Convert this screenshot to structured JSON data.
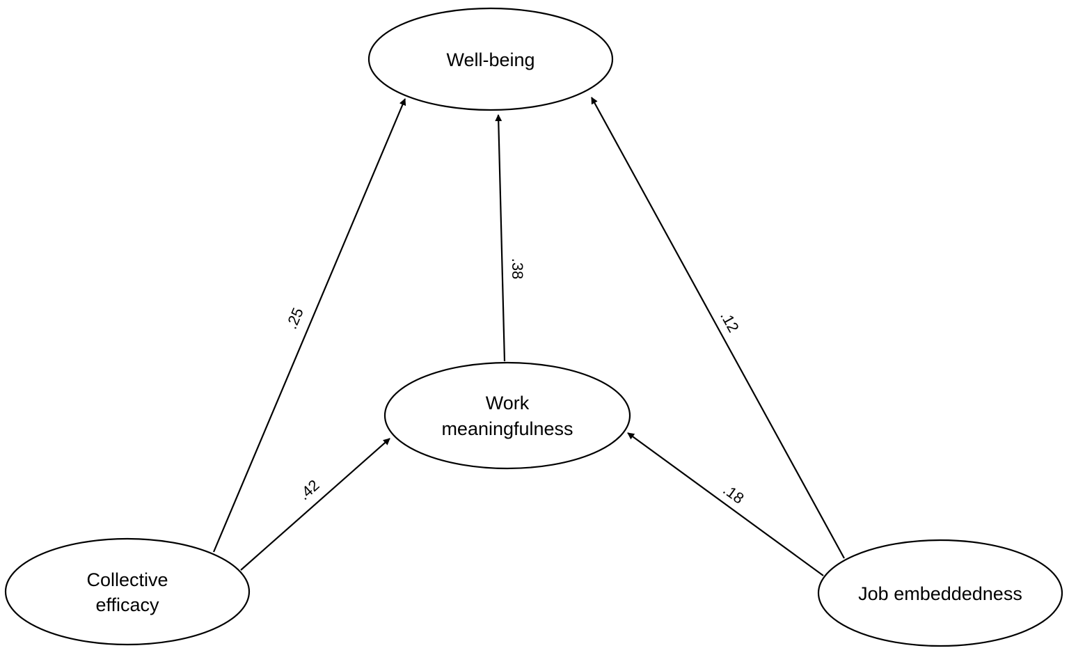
{
  "diagram": {
    "nodes": {
      "wellbeing": {
        "lines": [
          "Well-being"
        ]
      },
      "work": {
        "lines": [
          "Work",
          "meaningfulness"
        ]
      },
      "collective": {
        "lines": [
          "Collective",
          "efficacy"
        ]
      },
      "job": {
        "lines": [
          "Job embeddedness"
        ]
      }
    },
    "edges": {
      "collective_wellbeing": {
        "from": "Collective efficacy",
        "to": "Well-being",
        "coefficient": ".25"
      },
      "work_wellbeing": {
        "from": "Work meaningfulness",
        "to": "Well-being",
        "coefficient": ".38"
      },
      "job_wellbeing": {
        "from": "Job embeddedness",
        "to": "Well-being",
        "coefficient": ".12"
      },
      "collective_work": {
        "from": "Collective efficacy",
        "to": "Work meaningfulness",
        "coefficient": ".42"
      },
      "job_work": {
        "from": "Job embeddedness",
        "to": "Work meaningfulness",
        "coefficient": ".18"
      }
    }
  }
}
